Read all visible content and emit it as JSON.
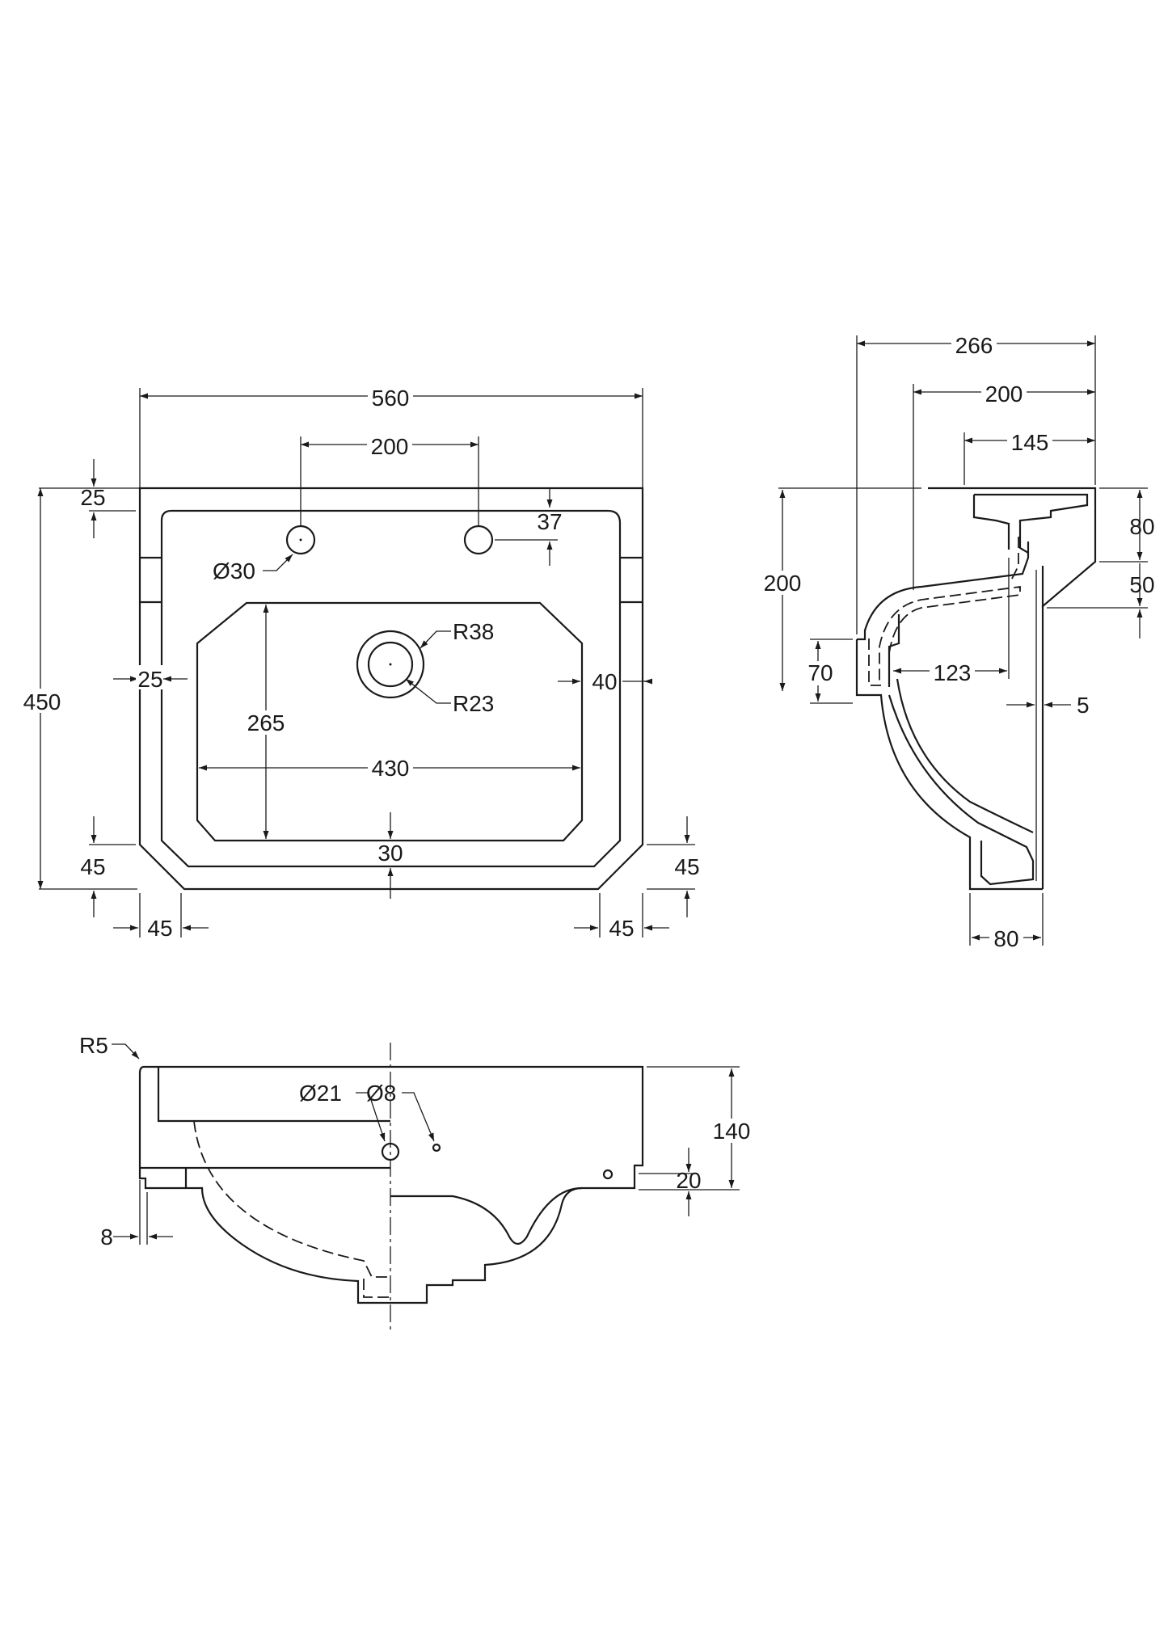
{
  "top_view": {
    "overall_width": "560",
    "tap_spacing": "200",
    "edge_offset_top": "25",
    "tap_offset": "37",
    "tap_hole_diameter": "Ø30",
    "waste_outer_radius": "R38",
    "waste_inner_radius": "R23",
    "side_offset_left": "25",
    "side_offset_right": "40",
    "overall_depth": "450",
    "bowl_depth": "265",
    "bowl_width": "430",
    "front_gap": "30",
    "chamfer_left_v": "45",
    "chamfer_right_v": "45",
    "chamfer_left_h": "45",
    "chamfer_right_h": "45"
  },
  "side_view": {
    "overall_depth": "266",
    "bowl_depth": "200",
    "bracket_depth": "145",
    "height": "200",
    "bracket_height": "80",
    "bracket_step": "50",
    "waste_height": "70",
    "waste_offset": "123",
    "wall_gap": "5",
    "base_width": "80"
  },
  "front_view": {
    "corner_radius": "R5",
    "overflow_diameter": "Ø21",
    "pin_diameter": "Ø8",
    "height": "140",
    "lip_height": "20",
    "edge_offset": "8"
  }
}
